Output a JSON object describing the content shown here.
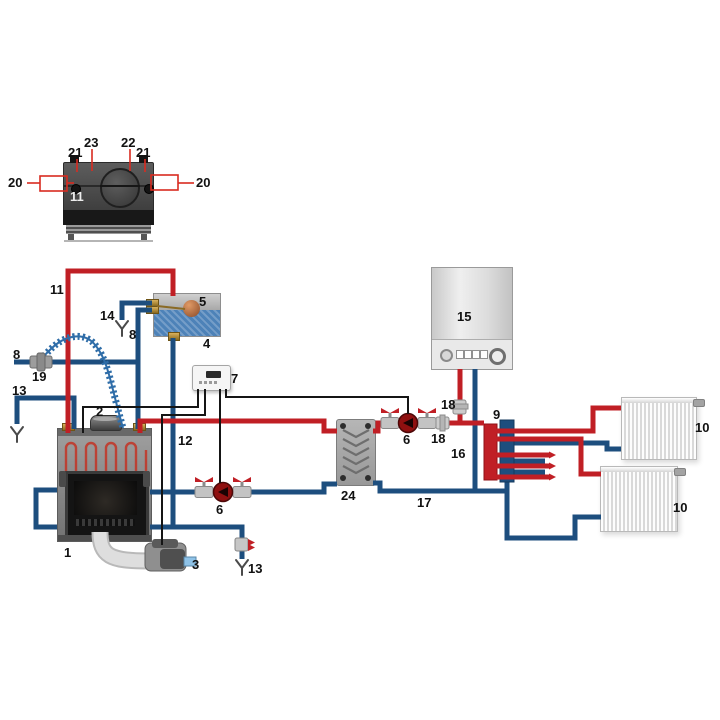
{
  "colors": {
    "supply_red": "#c01f25",
    "return_blue": "#1d4e7e",
    "coil_blue": "#2f6da8",
    "wire_black": "#151515",
    "water_blue": "#4d82b8",
    "brass": "#bf9434",
    "pump_body": "#8f1010",
    "valve_metal": "#bfbfbf",
    "valve_handle": "#c01f25",
    "radiator_white": "#f2f2f2"
  },
  "labels": [
    {
      "text": "20"
    },
    {
      "text": "21"
    },
    {
      "text": "23"
    },
    {
      "text": "22"
    },
    {
      "text": "21"
    },
    {
      "text": "20"
    },
    {
      "text": "11"
    },
    {
      "text": "11"
    },
    {
      "text": "14"
    },
    {
      "text": "8"
    },
    {
      "text": "5"
    },
    {
      "text": "4"
    },
    {
      "text": "8"
    },
    {
      "text": "19"
    },
    {
      "text": "13"
    },
    {
      "text": "2"
    },
    {
      "text": "7"
    },
    {
      "text": "12"
    },
    {
      "text": "1"
    },
    {
      "text": "3"
    },
    {
      "text": "6"
    },
    {
      "text": "6"
    },
    {
      "text": "18"
    },
    {
      "text": "18"
    },
    {
      "text": "9"
    },
    {
      "text": "16"
    },
    {
      "text": "24"
    },
    {
      "text": "17"
    },
    {
      "text": "13"
    },
    {
      "text": "15"
    },
    {
      "text": "10"
    },
    {
      "text": "10"
    }
  ]
}
